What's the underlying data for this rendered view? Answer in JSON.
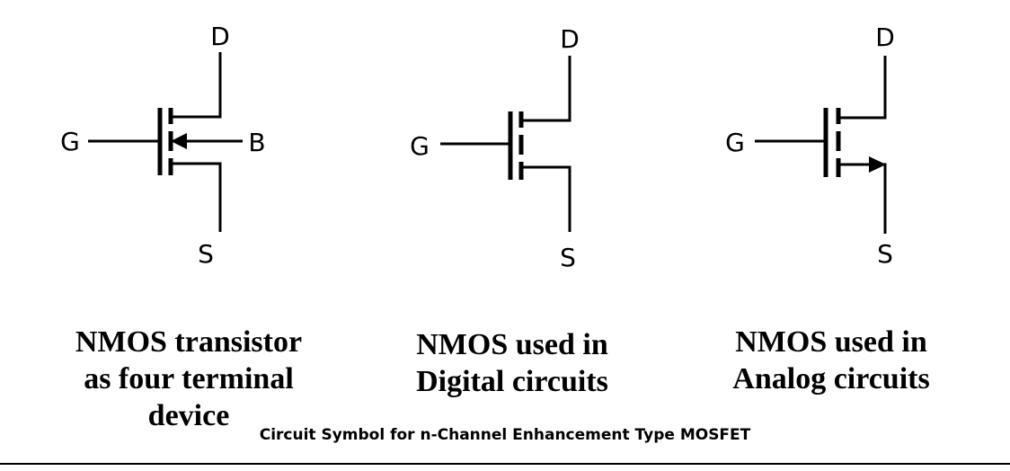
{
  "symbols": [
    {
      "terminals": {
        "drain": "D",
        "gate": "G",
        "source": "S",
        "body": "B"
      },
      "caption": [
        "NMOS transistor",
        "as four terminal",
        "device"
      ]
    },
    {
      "terminals": {
        "drain": "D",
        "gate": "G",
        "source": "S"
      },
      "caption": [
        "NMOS used in",
        "Digital circuits"
      ]
    },
    {
      "terminals": {
        "drain": "D",
        "gate": "G",
        "source": "S"
      },
      "caption": [
        "NMOS used in",
        "Analog circuits"
      ]
    }
  ],
  "footer_title": "Circuit Symbol for n-Channel Enhancement Type MOSFET"
}
